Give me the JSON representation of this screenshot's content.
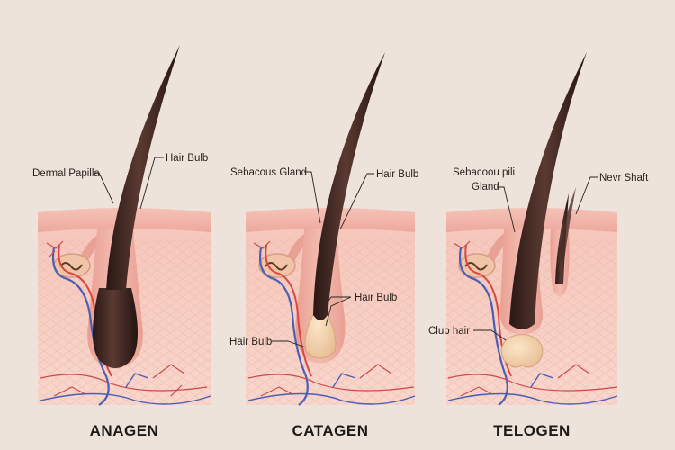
{
  "colors": {
    "background": "#eee3da",
    "epidermis": "#f2b8ad",
    "dermis": "#f7d1c6",
    "hair": "#3b2520",
    "artery": "#d9473f",
    "vein": "#4a5fb5",
    "bulb": "#f0cfa9"
  },
  "panels": [
    {
      "stage": "ANAGEN",
      "labels": {
        "left": "Dermal Papilla",
        "right": "Hair Bulb"
      }
    },
    {
      "stage": "CATAGEN",
      "labels": {
        "left": "Sebacous Gland",
        "right": "Hair Bulb",
        "inner": "Hair Bulb",
        "bottom": "Hair Bulb"
      }
    },
    {
      "stage": "TELOGEN",
      "labels": {
        "left_line1": "Sebacoou pili",
        "left_line2": "Gland",
        "right": "Nevr Shaft",
        "club": "Club hair"
      }
    }
  ]
}
